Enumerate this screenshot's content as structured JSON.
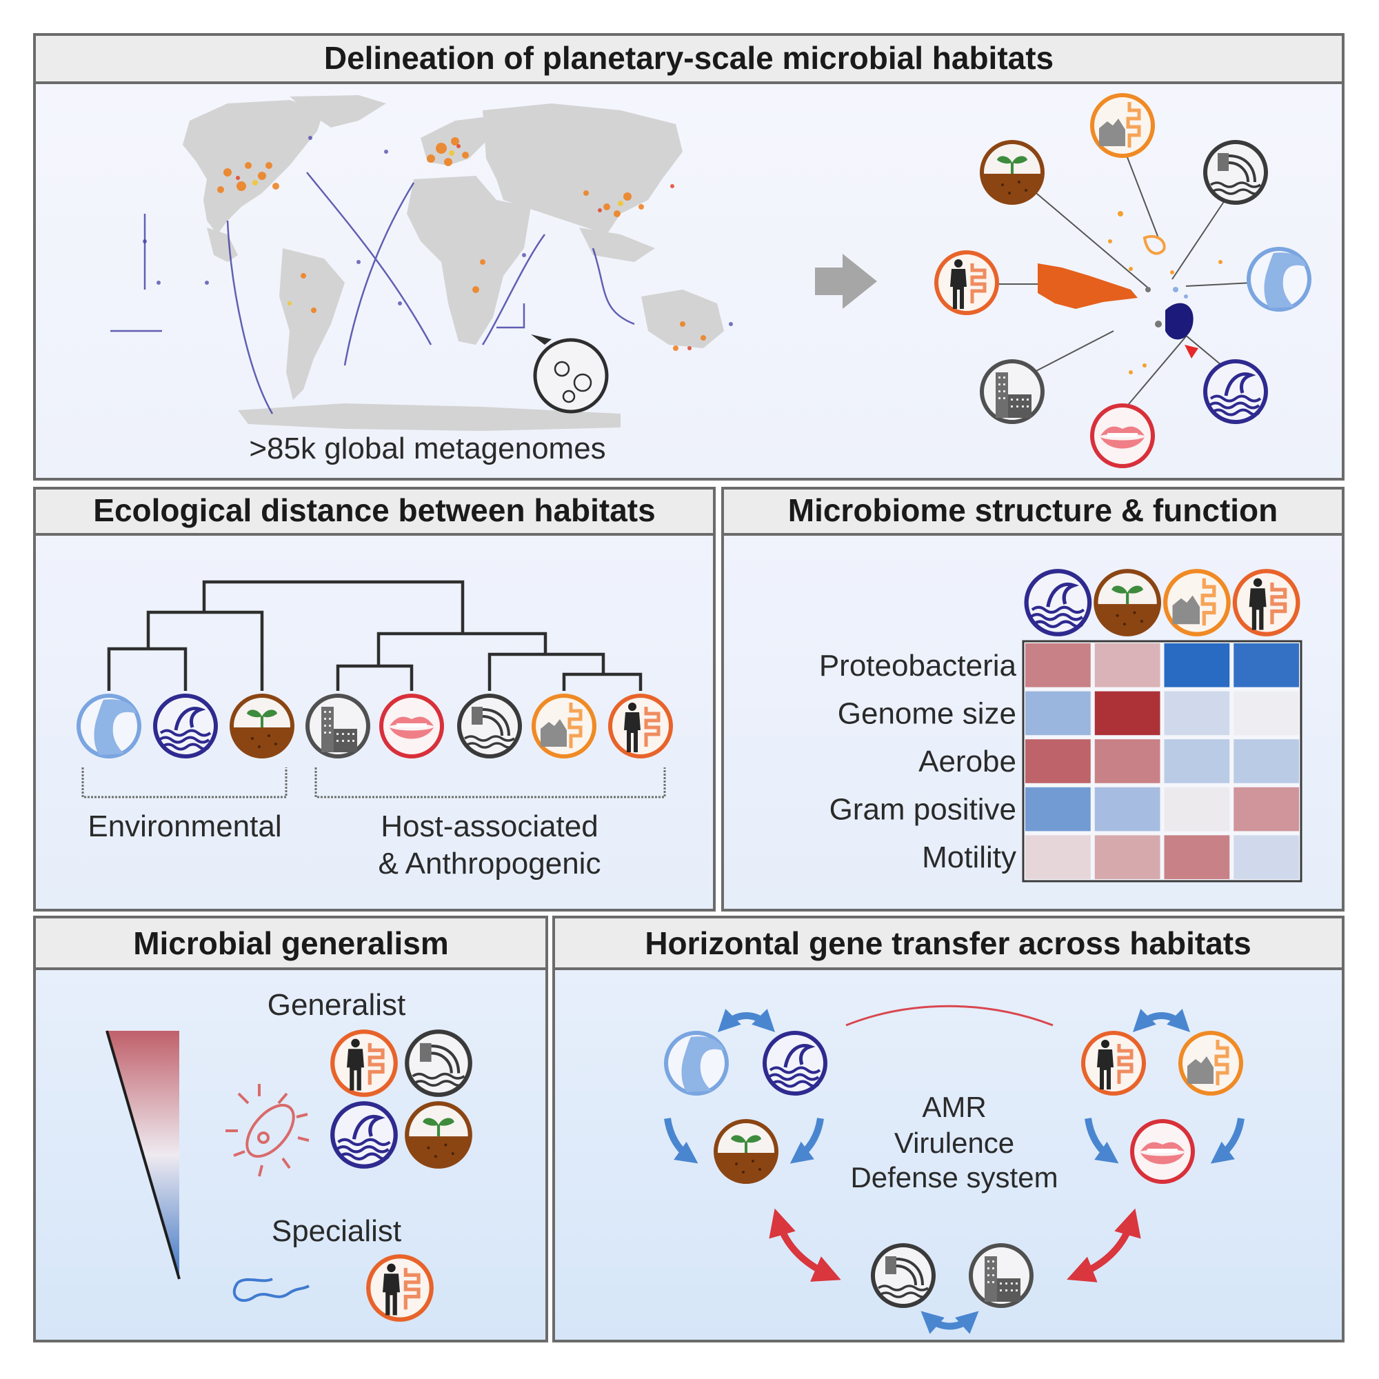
{
  "panels": {
    "habitats": {
      "title": "Delineation of planetary-scale microbial habitats",
      "map_caption": ">85k global metagenomes",
      "arrow_icon": "right-arrow-icon",
      "network_nodes": [
        {
          "habitat": "soil",
          "icon": "soil-plant-icon"
        },
        {
          "habitat": "animal_gut",
          "icon": "animal-gut-icon"
        },
        {
          "habitat": "wastewater",
          "icon": "wastewater-icon"
        },
        {
          "habitat": "human_gut",
          "icon": "human-gut-icon"
        },
        {
          "habitat": "freshwater",
          "icon": "freshwater-icon"
        },
        {
          "habitat": "built_environment",
          "icon": "built-environment-icon"
        },
        {
          "habitat": "marine",
          "icon": "marine-wave-icon"
        },
        {
          "habitat": "human_oral",
          "icon": "human-oral-icon"
        }
      ]
    },
    "ecological_distance": {
      "title": "Ecological distance between habitats",
      "leaves": [
        {
          "habitat": "freshwater",
          "icon": "freshwater-icon"
        },
        {
          "habitat": "marine",
          "icon": "marine-wave-icon"
        },
        {
          "habitat": "soil",
          "icon": "soil-plant-icon"
        },
        {
          "habitat": "built_environment",
          "icon": "built-environment-icon"
        },
        {
          "habitat": "human_oral",
          "icon": "human-oral-icon"
        },
        {
          "habitat": "wastewater",
          "icon": "wastewater-icon"
        },
        {
          "habitat": "animal_gut",
          "icon": "animal-gut-icon"
        },
        {
          "habitat": "human_gut",
          "icon": "human-gut-icon"
        }
      ],
      "group_environmental": "Environmental",
      "group_host_line1": "Host-associated",
      "group_host_line2": "& Anthropogenic"
    },
    "structure_function": {
      "title": "Microbiome structure & function"
    },
    "generalism": {
      "title": "Microbial generalism",
      "generalist_label": "Generalist",
      "specialist_label": "Specialist",
      "gradient_top_color": "#c0606a",
      "gradient_bottom_color": "#3f76c4"
    },
    "hgt": {
      "title": "Horizontal gene transfer across habitats",
      "center_line1": "AMR",
      "center_line2": "Virulence",
      "center_line3": "Defense system",
      "intra_arrow_color": "#4a86d0",
      "inter_arrow_color": "#d9363e"
    }
  },
  "habitat_colors": {
    "freshwater": "#7aa5e0",
    "marine": "#2e2a8f",
    "soil": "#8b4513",
    "built_environment": "#505050",
    "human_oral": "#d8303a",
    "wastewater": "#3a3a3a",
    "animal_gut": "#f08a24",
    "human_gut": "#e8632a"
  },
  "chart_data": {
    "type": "heatmap",
    "title": "Microbiome structure & function",
    "columns": [
      "marine",
      "soil",
      "animal_gut",
      "human_gut"
    ],
    "rows": [
      "Proteobacteria",
      "Genome size",
      "Aerobe",
      "Gram positive",
      "Motility"
    ],
    "values": [
      [
        0.55,
        0.3,
        -0.95,
        -0.9
      ],
      [
        -0.4,
        0.95,
        -0.15,
        0.0
      ],
      [
        0.7,
        0.55,
        -0.25,
        -0.25
      ],
      [
        -0.6,
        -0.35,
        0.02,
        0.45
      ],
      [
        0.12,
        0.35,
        0.55,
        -0.15
      ]
    ],
    "color_scale": {
      "min": -1,
      "max": 1,
      "low": "#1f63c0",
      "mid": "#eeeef2",
      "high": "#a8282e"
    },
    "legend": "none"
  }
}
